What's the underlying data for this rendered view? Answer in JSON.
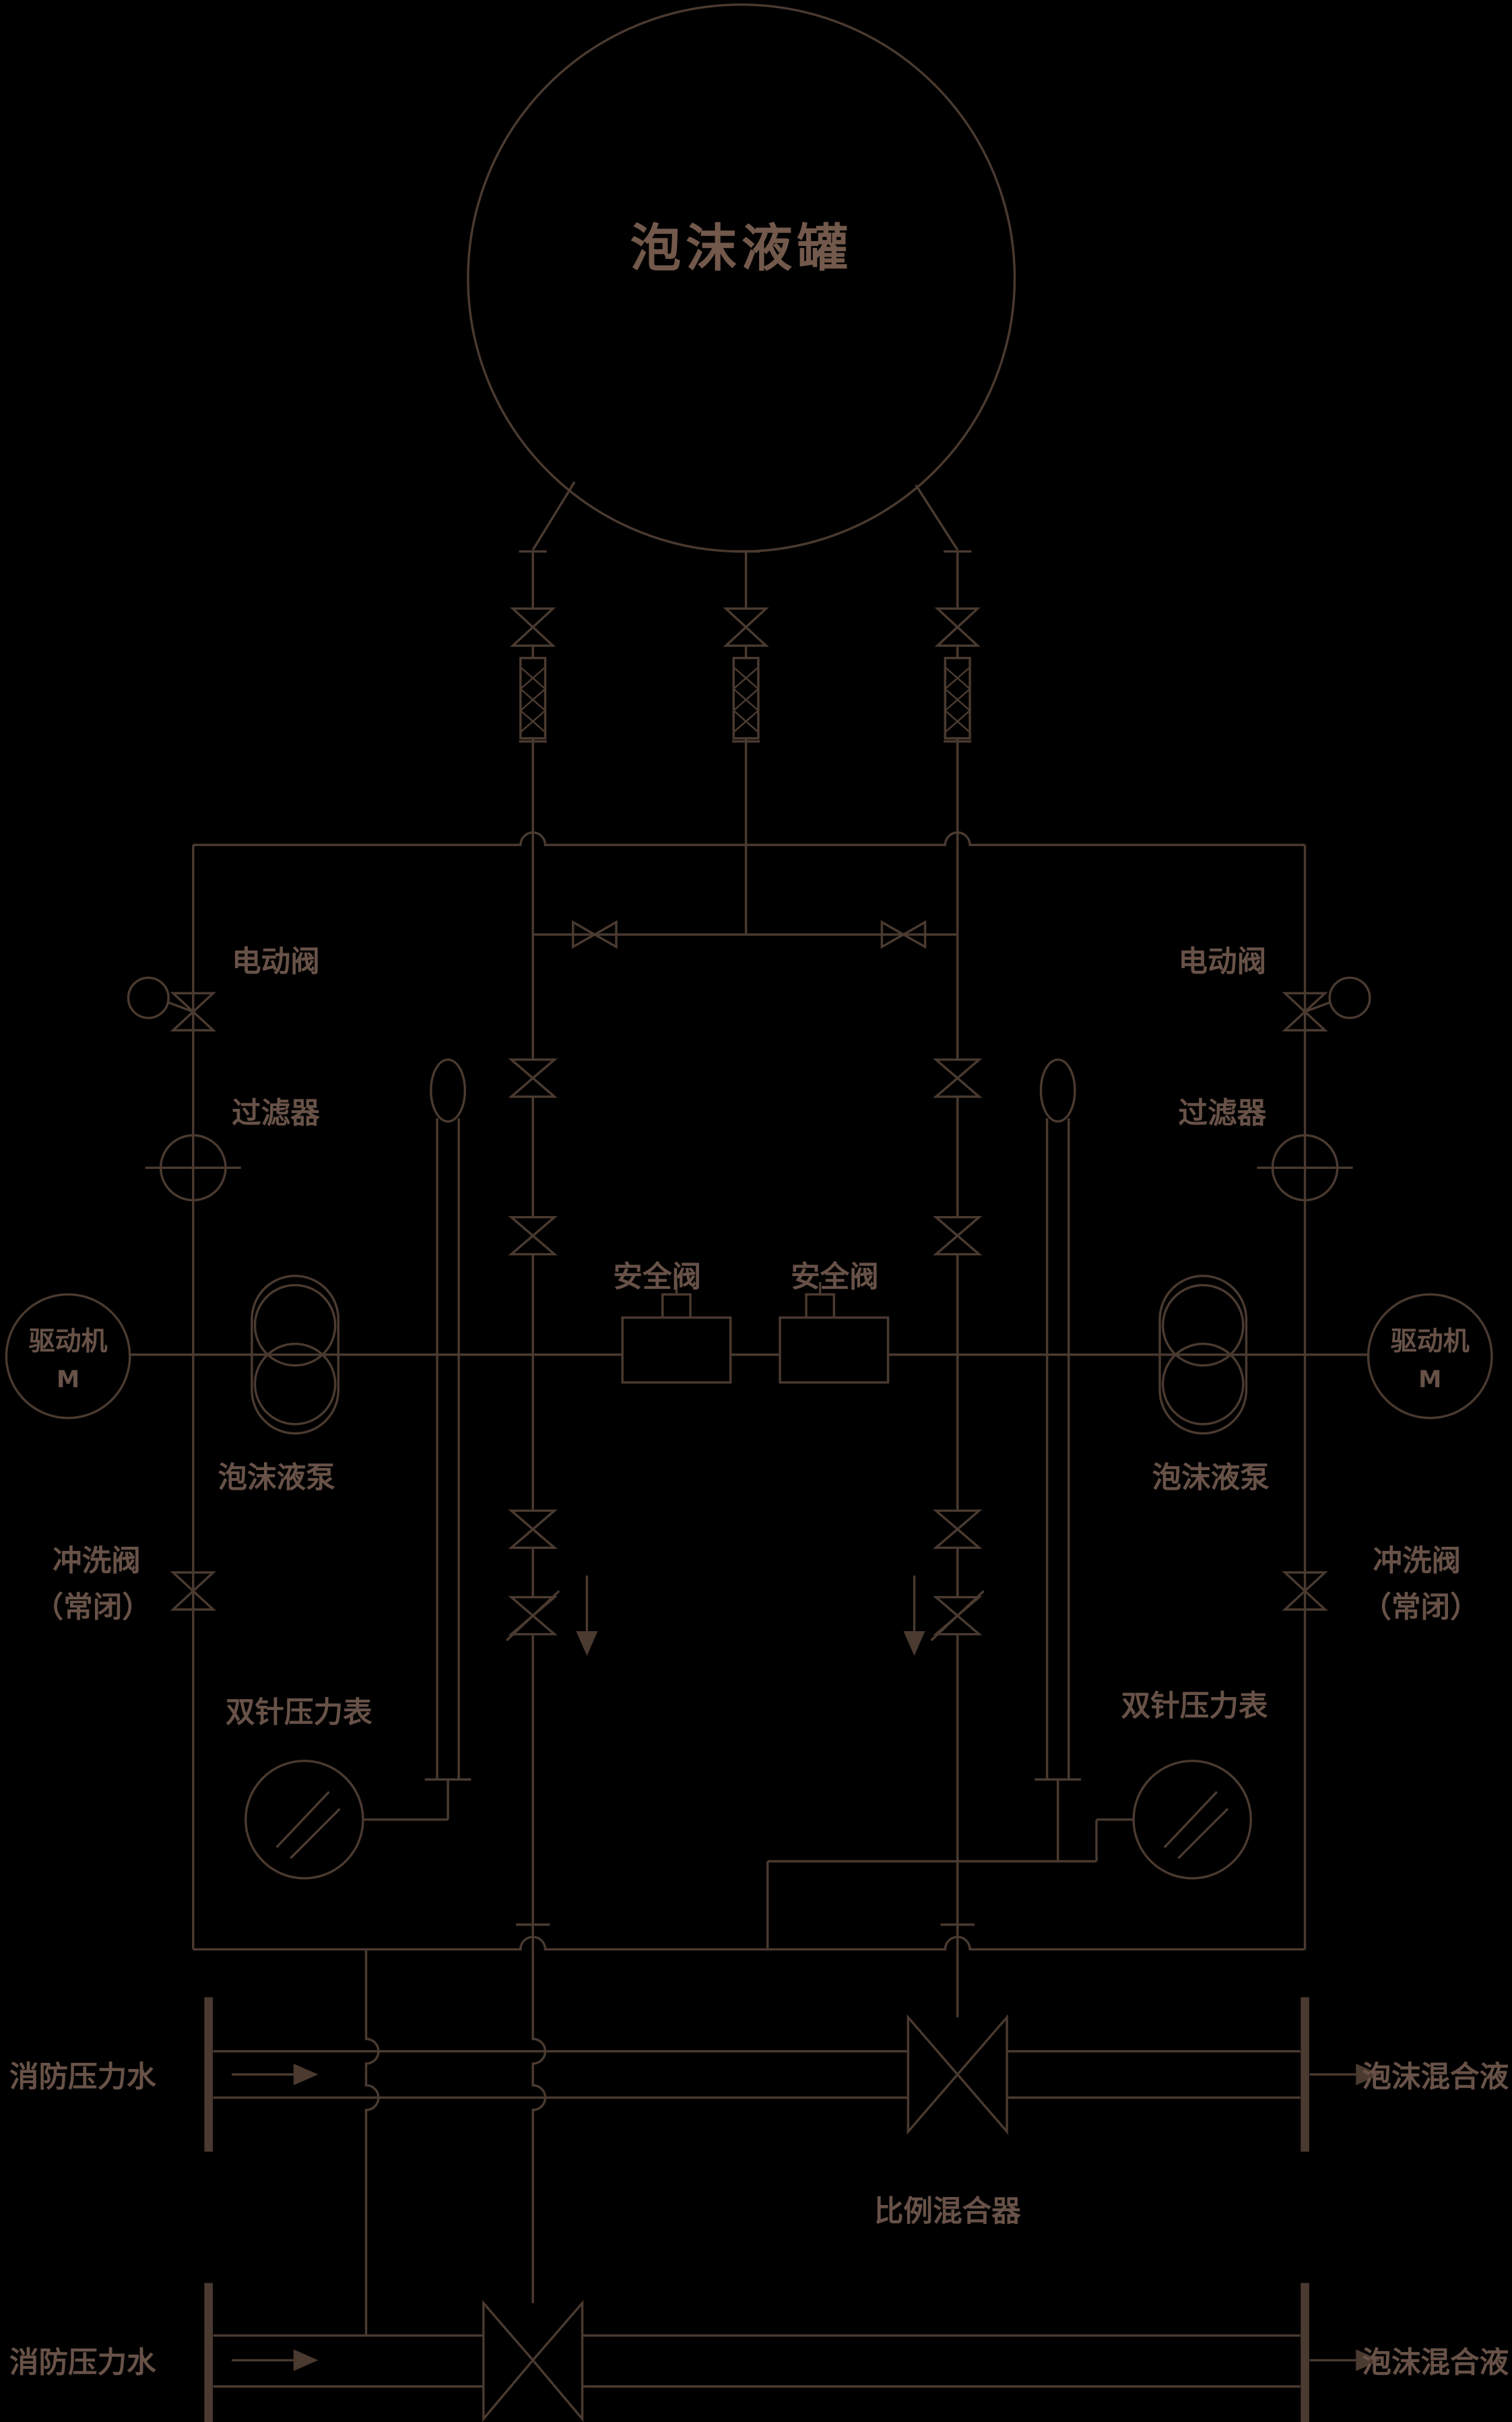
{
  "colors": {
    "background": "#000000",
    "line": "#4a3a30",
    "label": "#685248",
    "label_bright": "#72594b"
  },
  "labels": {
    "tank": "泡沫液罐",
    "electric_valve_left": "电动阀",
    "electric_valve_right": "电动阀",
    "filter_left": "过滤器",
    "filter_right": "过滤器",
    "motor_left_line1": "驱动机",
    "motor_left_line2": "M",
    "motor_right_line1": "驱动机",
    "motor_right_line2": "M",
    "pump_left": "泡沫液泵",
    "pump_right": "泡沫液泵",
    "safety_valve_left": "安全阀",
    "safety_valve_right": "安全阀",
    "flush_valve_left_line1": "冲洗阀",
    "flush_valve_left_line2": "（常闭）",
    "flush_valve_right_line1": "冲洗阀",
    "flush_valve_right_line2": "（常闭）",
    "gauge_left": "双针压力表",
    "gauge_right": "双针压力表",
    "mixer": "比例混合器",
    "water_inlet_top": "消防压力水",
    "water_inlet_bottom": "消防压力水",
    "foam_outlet_top": "泡沫混合液",
    "foam_outlet_bottom": "泡沫混合液"
  }
}
